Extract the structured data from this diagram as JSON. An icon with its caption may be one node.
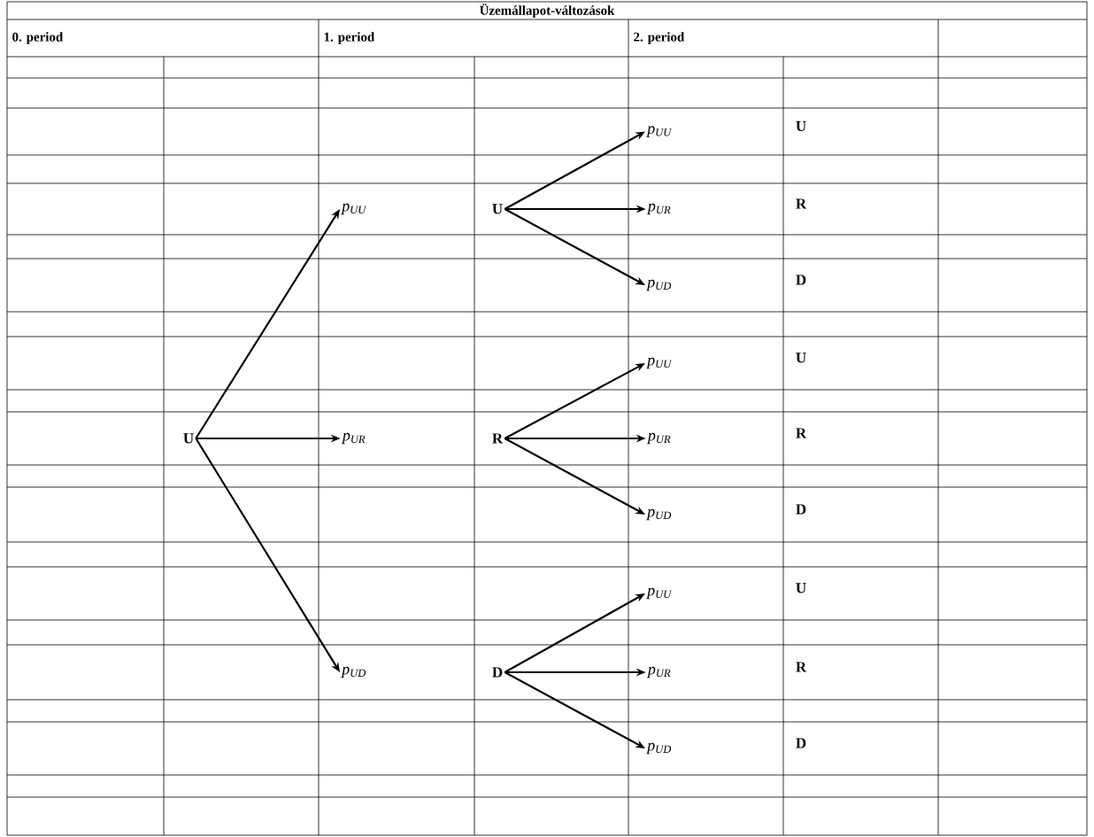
{
  "diagram": {
    "title": "Üzemállapot-változások",
    "nodes": [
      {
        "text": [
          "U"
        ]
      },
      {
        "text": [
          "p$_{UU}$"
        ]
      },
      {
        "text": [
          "p$_{UR}$"
        ]
      },
      {
        "text": [
          "p$_{UD}$"
        ]
      },
      {
        "text": [
          "U"
        ]
      },
      {
        "text": [
          "R"
        ]
      },
      {
        "text": [
          "D"
        ]
      },
      {
        "text": [
          "p$_{UU}$"
        ]
      },
      {
        "text": [
          "p$_{UR}$"
        ]
      },
      {
        "text": [
          "p$_{UD}$"
        ]
      },
      {
        "text": [
          "p$_{UU}$"
        ]
      },
      {
        "text": [
          "p$_{UR}$"
        ]
      },
      {
        "text": [
          "p$_{UD}$"
        ]
      },
      {
        "text": [
          "p$_{UU}$"
        ]
      },
      {
        "text": [
          "p$_{UR}$"
        ]
      },
      {
        "text": [
          "p$_{UD}$"
        ]
      },
      {
        "text": [
          "U"
        ]
      },
      {
        "text": [
          "R"
        ]
      },
      {
        "text": [
          "D"
        ]
      },
      {
        "text": [
          "U"
        ]
      },
      {
        "text": [
          "R"
        ]
      },
      {
        "text": [
          "D"
        ]
      },
      {
        "text": [
          "U"
        ]
      },
      {
        "text": [
          "R"
        ]
      },
      {
        "text": [
          "D"
        ]
      }
    ],
    "edges": [
      {
        "from": 0,
        "to": 1,
        "arrow": "to"
      },
      {
        "from": 0,
        "to": 2,
        "arrow": "to"
      },
      {
        "from": 0,
        "to": 3,
        "arrow": "to"
      },
      {
        "from": 4,
        "to": 7,
        "arrow": "to"
      },
      {
        "from": 4,
        "to": 8,
        "arrow": "to"
      },
      {
        "from": 4,
        "to": 9,
        "arrow": "to"
      },
      {
        "from": 5,
        "to": 10,
        "arrow": "to"
      },
      {
        "from": 5,
        "to": 11,
        "arrow": "to"
      },
      {
        "from": 5,
        "to": 12,
        "arrow": "to"
      },
      {
        "from": 6,
        "to": 13,
        "arrow": "to"
      },
      {
        "from": 6,
        "to": 14,
        "arrow": "to"
      },
      {
        "from": 6,
        "to": 15,
        "arrow": "to"
      }
    ],
    "labels": [
      "0. period",
      "1. period",
      "2. period"
    ]
  }
}
